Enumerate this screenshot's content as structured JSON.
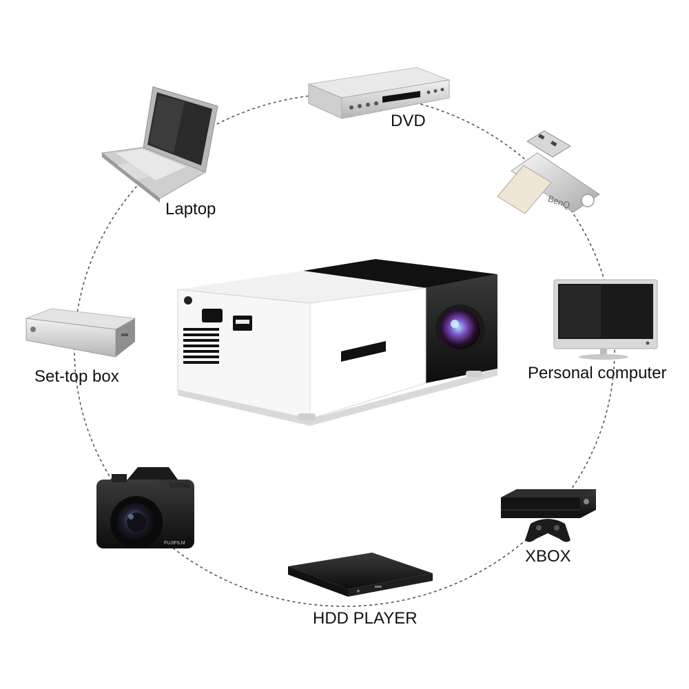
{
  "devices": [
    {
      "id": "dvd",
      "label": "DVD",
      "icon": "dvd-player-icon"
    },
    {
      "id": "usb",
      "label": "",
      "icon": "usb-flash-drive-icon",
      "brand_text": "BenQ"
    },
    {
      "id": "pc",
      "label": "Personal computer",
      "icon": "monitor-icon"
    },
    {
      "id": "xbox",
      "label": "XBOX",
      "icon": "xbox-console-icon"
    },
    {
      "id": "hdd",
      "label": "HDD PLAYER",
      "icon": "hdd-player-icon"
    },
    {
      "id": "camera",
      "label": "",
      "icon": "camera-icon",
      "brand_text": "FUJIFILM"
    },
    {
      "id": "settop",
      "label": "Set-top box",
      "icon": "set-top-box-icon"
    },
    {
      "id": "laptop",
      "label": "Laptop",
      "icon": "laptop-icon"
    }
  ],
  "projector": {
    "icon": "mini-projector-icon",
    "body_color": "#ffffff",
    "accent_color": "#111111"
  },
  "colors": {
    "ring": "#555555",
    "text": "#111111",
    "background": "#ffffff"
  }
}
